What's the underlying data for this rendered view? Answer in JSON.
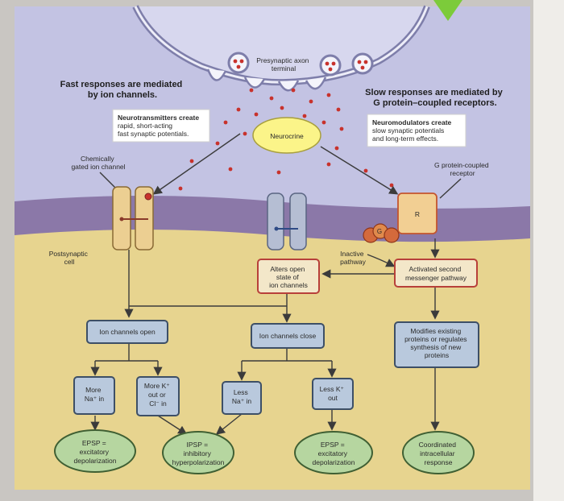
{
  "labels": {
    "presynaptic": [
      "Presynaptic axon",
      "terminal"
    ],
    "fast": [
      "Fast responses are mediated",
      "by ion channels."
    ],
    "slow": [
      "Slow responses are mediated by",
      "G protein–coupled receptors."
    ],
    "neurotransmitters": [
      "Neurotransmitters create",
      "rapid, short-acting",
      "fast synaptic potentials."
    ],
    "neuromodulators": [
      "Neuromodulators create",
      "slow synaptic potentials",
      "and long-term effects."
    ],
    "neurocrine": "Neurocrine",
    "chemically_gated": [
      "Chemically",
      "gated ion channel"
    ],
    "gpcr": [
      "G protein-coupled",
      "receptor"
    ],
    "receptor_r": "R",
    "g_protein": "G",
    "postsynaptic": [
      "Postsynaptic",
      "cell"
    ],
    "inactive": [
      "Inactive",
      "pathway"
    ]
  },
  "boxes": {
    "alters": [
      "Alters open",
      "state of",
      "ion channels"
    ],
    "second_messenger": [
      "Activated second",
      "messenger pathway"
    ],
    "open": "Ion channels open",
    "close": "Ion channels close",
    "modifies": [
      "Modifies existing",
      "proteins or regulates",
      "synthesis of new",
      "proteins"
    ],
    "more_na": [
      "More",
      "Na⁺ in"
    ],
    "more_k": [
      "More K⁺",
      "out or",
      "Cl⁻ in"
    ],
    "less_na": [
      "Less",
      "Na⁺ in"
    ],
    "less_k": [
      "Less K⁺",
      "out"
    ]
  },
  "outcomes": {
    "epsp1": [
      "EPSP =",
      "excitatory",
      "depolarization"
    ],
    "ipsp": [
      "IPSP =",
      "inhibitory",
      "hyperpolarization"
    ],
    "epsp2": [
      "EPSP =",
      "excitatory",
      "depolarization"
    ],
    "coordinated": [
      "Coordinated",
      "intracellular",
      "response"
    ]
  },
  "colors": {
    "synaptic_cleft": "#c3c3e3",
    "membrane": "#8b78a8",
    "cytoplasm": "#e7d48f",
    "accent_red": "#c8322c",
    "box_fill": "#b9c9dd",
    "outcome_fill": "#b6d6a0"
  }
}
